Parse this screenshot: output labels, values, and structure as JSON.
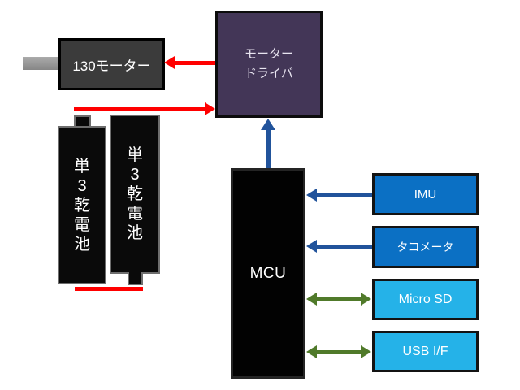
{
  "blocks": {
    "motor": {
      "label": "130モーター"
    },
    "motor_driver": {
      "label": "モーター\nドライバ"
    },
    "mcu": {
      "label": "MCU"
    },
    "battery_left": {
      "label": "単3乾電池"
    },
    "battery_right": {
      "label": "単3乾電池"
    },
    "imu": {
      "label": "IMU"
    },
    "tachometer": {
      "label": "タコメータ"
    },
    "micro_sd": {
      "label": "Micro SD"
    },
    "usb_if": {
      "label": "USB I/F"
    }
  },
  "colors": {
    "background": "#ffffff",
    "power_red": "#ff0000",
    "signal_blue": "#21539b",
    "bus_green": "#507a2a",
    "driver_purple": "#433657",
    "motor_gray": "#3b3b3b",
    "block_black": "#020202",
    "peripheral_blue": "#0b70c4",
    "peripheral_light_blue": "#25b2e8",
    "battery_border_gray": "#6e6e6e",
    "shaft_gray": "#9a9a9a"
  },
  "connections": [
    {
      "from": "モータードライバ",
      "to": "130モーター",
      "color": "power_red",
      "type": "arrow"
    },
    {
      "from": "単3乾電池",
      "to": "モータードライバ",
      "color": "power_red",
      "type": "arrow"
    },
    {
      "from": "MCU",
      "to": "モータードライバ",
      "color": "signal_blue",
      "type": "arrow"
    },
    {
      "from": "IMU",
      "to": "MCU",
      "color": "signal_blue",
      "type": "arrow"
    },
    {
      "from": "タコメータ",
      "to": "MCU",
      "color": "signal_blue",
      "type": "arrow"
    },
    {
      "from": "MCU",
      "to": "Micro SD",
      "color": "bus_green",
      "type": "double-arrow"
    },
    {
      "from": "MCU",
      "to": "USB I/F",
      "color": "bus_green",
      "type": "double-arrow"
    }
  ]
}
